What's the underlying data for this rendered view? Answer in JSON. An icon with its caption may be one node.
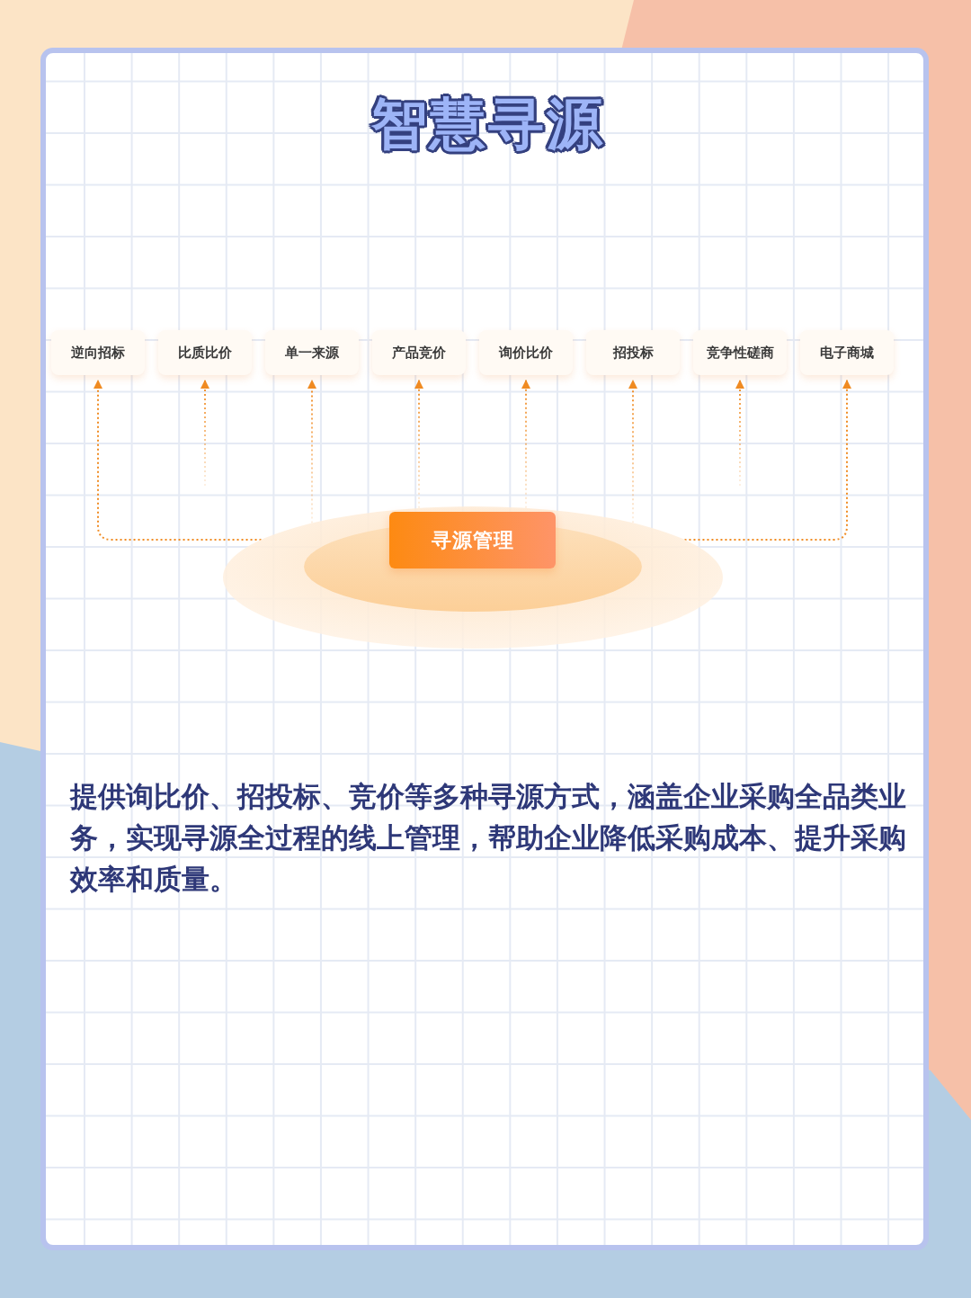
{
  "diagram": {
    "title": "智慧寻源",
    "nodes": [
      {
        "text": [
          "逆向招标"
        ]
      },
      {
        "text": [
          "比质比价"
        ]
      },
      {
        "text": [
          "单一来源"
        ]
      },
      {
        "text": [
          "产品竞价"
        ]
      },
      {
        "text": [
          "询价比价"
        ]
      },
      {
        "text": [
          "招投标"
        ]
      },
      {
        "text": [
          "竞争性磋商"
        ]
      },
      {
        "text": [
          "电子商城"
        ]
      },
      {
        "text": [],
        "shape": "ellipse"
      },
      {
        "text": [
          "寻源管理"
        ],
        "in": 8
      }
    ],
    "edges": [
      {
        "from": 8,
        "to": 0,
        "arrow": "to",
        "style": "dashed"
      },
      {
        "from": null,
        "to": 1,
        "arrow": "to",
        "style": "dashed"
      },
      {
        "from": 8,
        "to": 2,
        "arrow": "to",
        "style": "dashed"
      },
      {
        "from": 8,
        "to": 3,
        "arrow": "to",
        "style": "dashed"
      },
      {
        "from": 8,
        "to": 4,
        "arrow": "to",
        "style": "dashed"
      },
      {
        "from": 8,
        "to": 5,
        "arrow": "to",
        "style": "dashed"
      },
      {
        "from": null,
        "to": 6,
        "arrow": "to",
        "style": "dashed"
      },
      {
        "from": 8,
        "to": 7,
        "arrow": "to",
        "style": "dashed"
      }
    ],
    "labels": [
      "提供询比价、招投标、竞价等多种寻源方式，涵盖企业采购全品类业务，实现寻源全过程的线上管理，帮助企业降低采购成本、提升采购效率和质量。"
    ]
  }
}
